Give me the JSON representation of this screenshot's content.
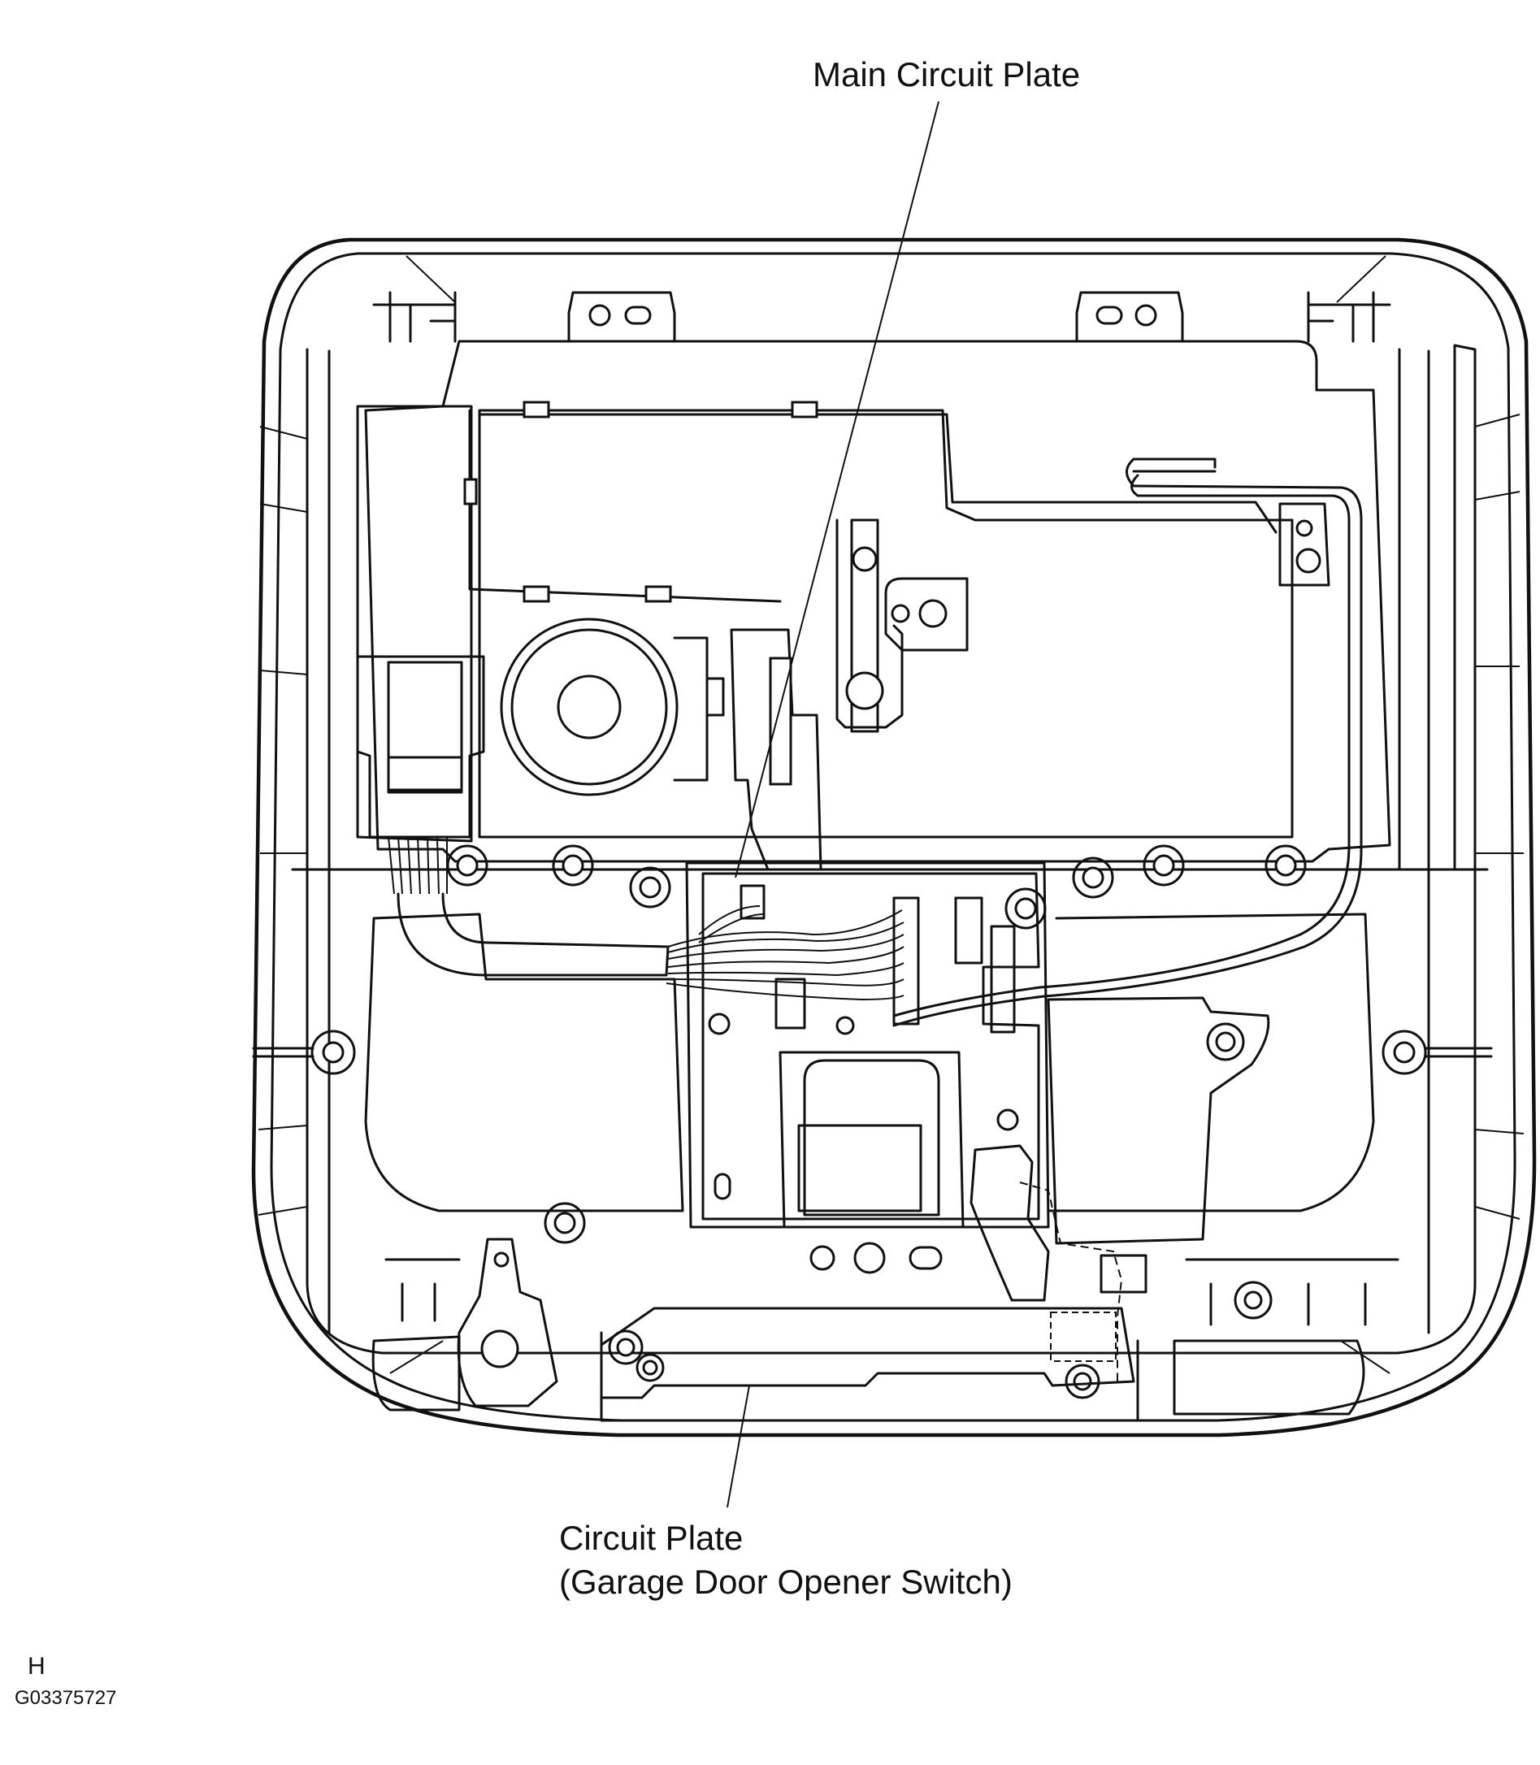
{
  "labels": {
    "main_circuit_plate": "Main Circuit Plate",
    "garage_plate_line1": "Circuit Plate",
    "garage_plate_line2": "(Garage Door Opener Switch)",
    "view_letter": "H",
    "figure_code": "G03375727"
  },
  "colors": {
    "line": "#111111",
    "background": "#ffffff"
  }
}
